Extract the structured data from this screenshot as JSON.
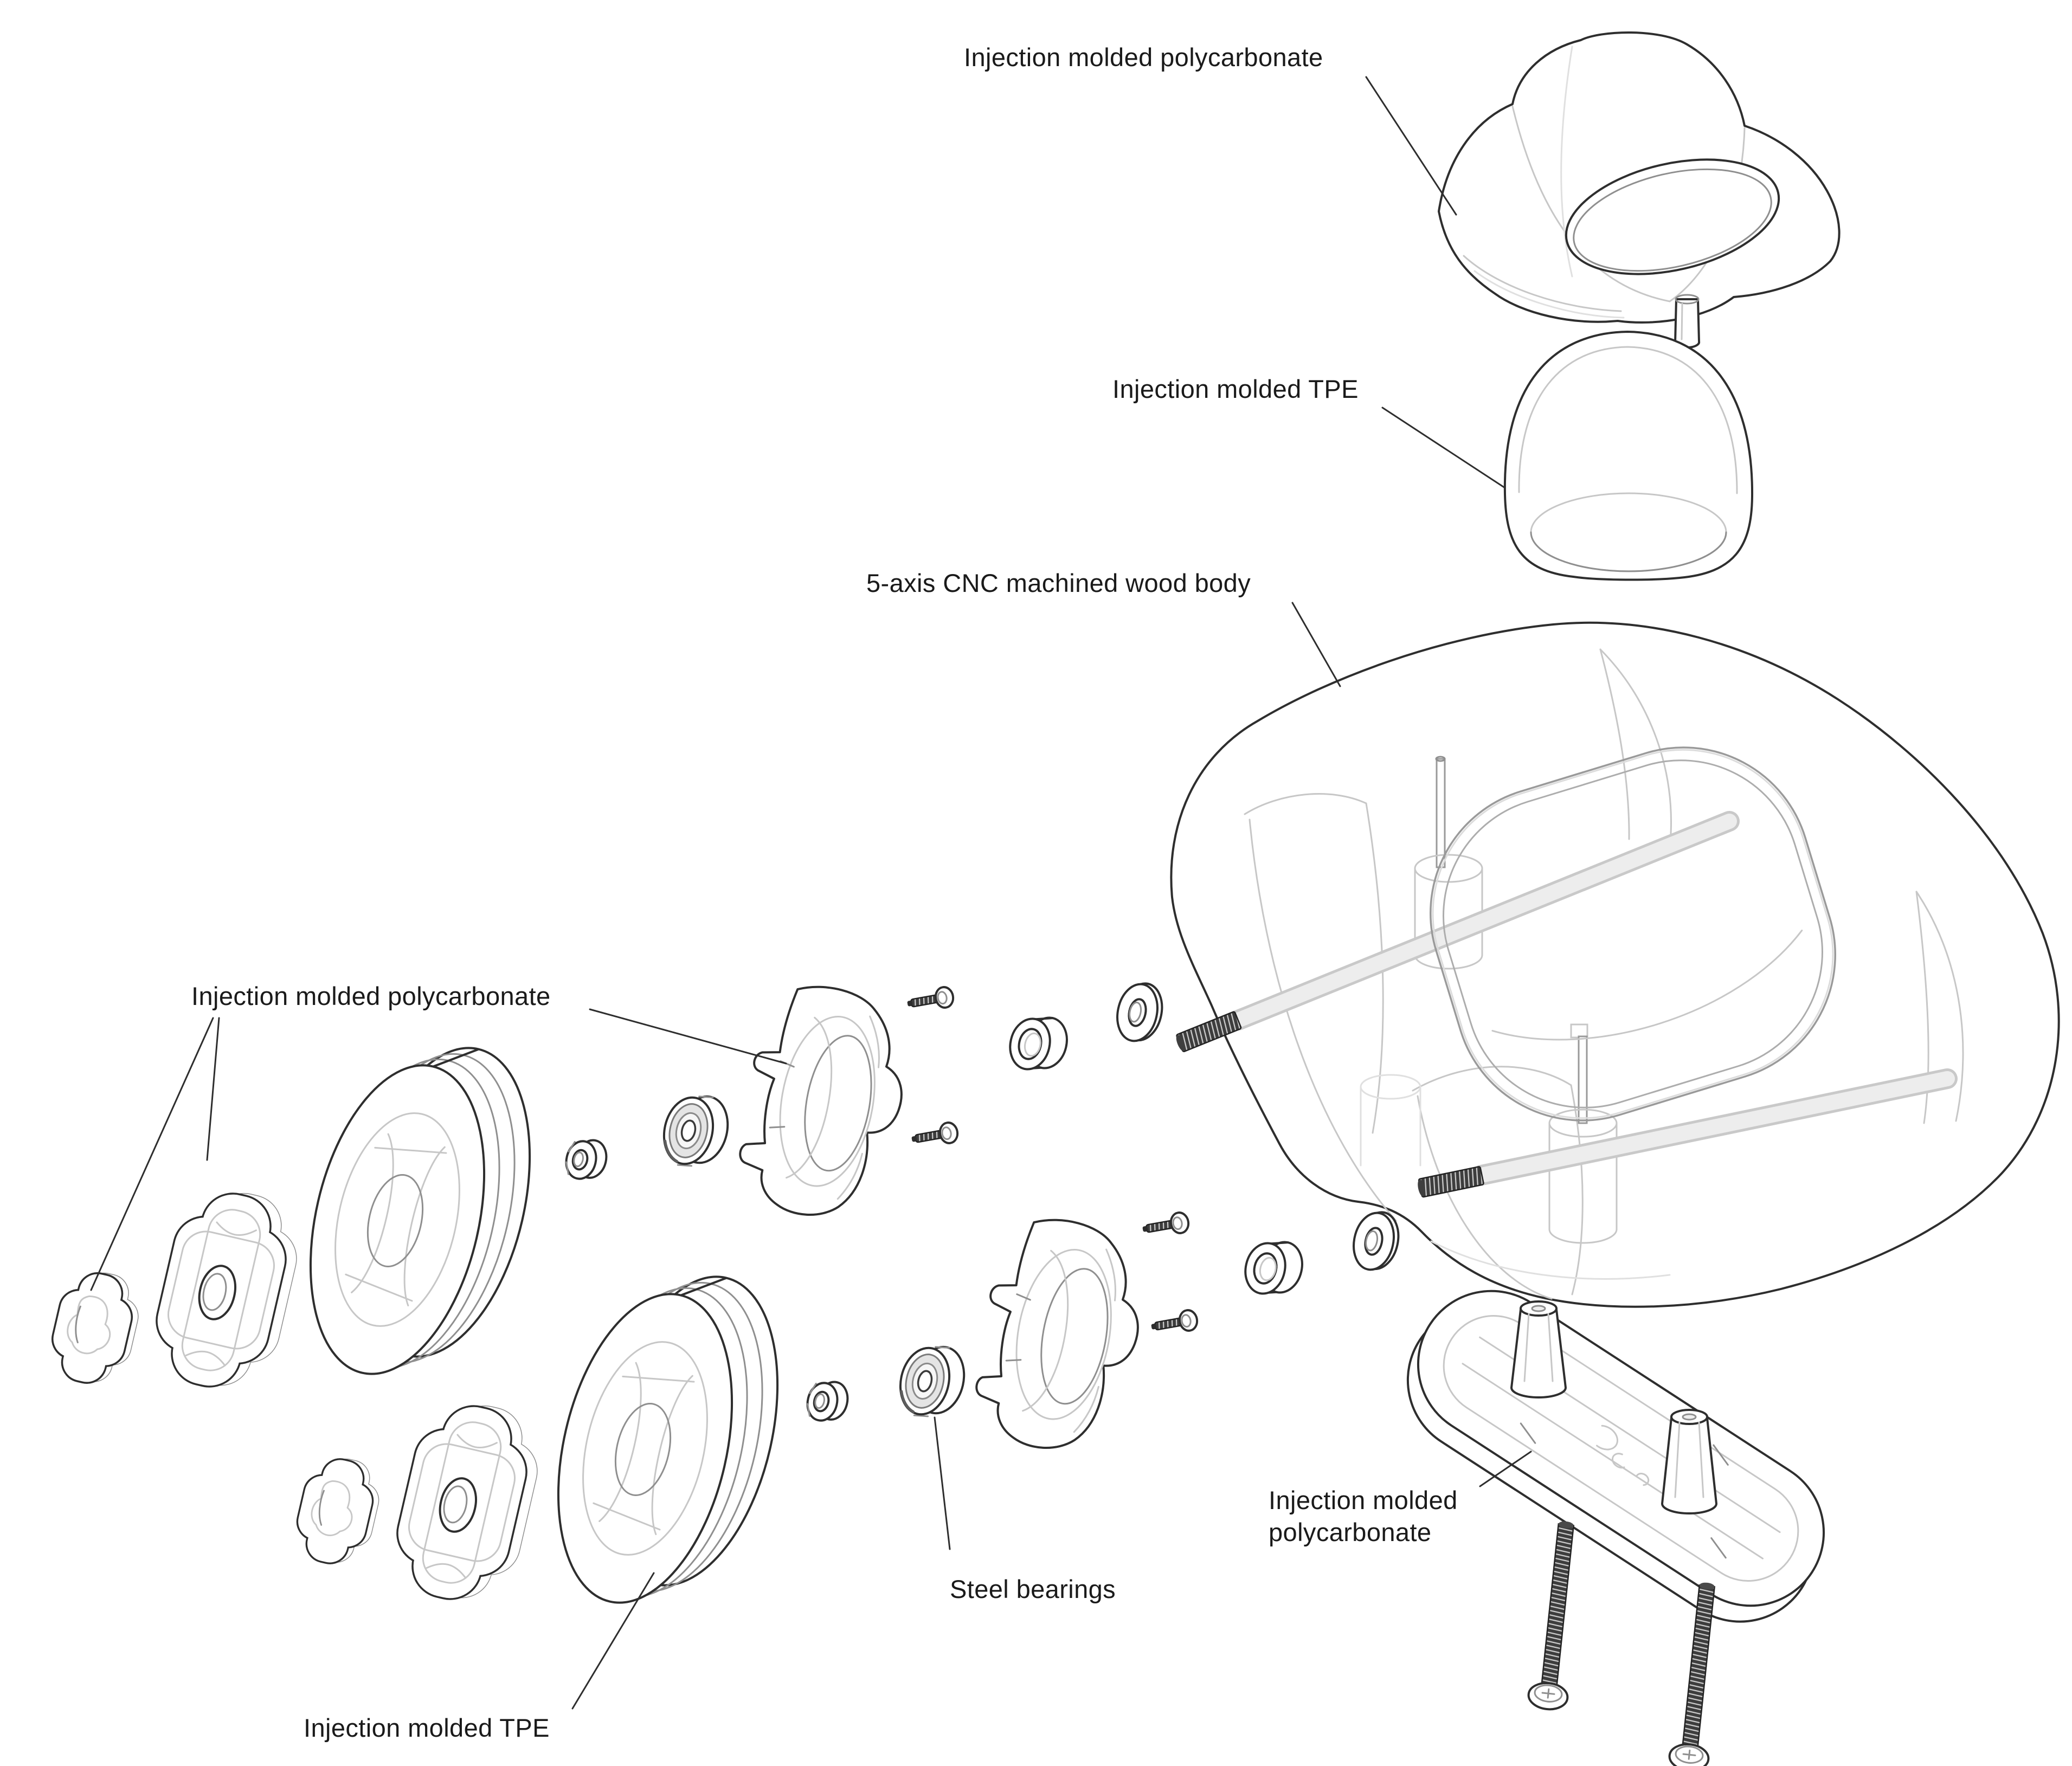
{
  "diagram": {
    "type": "exploded-view line drawing",
    "labels": [
      {
        "id": "canopy",
        "text": "Injection molded polycarbonate"
      },
      {
        "id": "seat-dome",
        "text": "Injection molded TPE"
      },
      {
        "id": "wood-body",
        "text": "5-axis CNC machined wood body"
      },
      {
        "id": "wheel-hubs",
        "text": "Injection molded polycarbonate"
      },
      {
        "id": "steel-bearings",
        "text": "Steel bearings"
      },
      {
        "id": "base-plate",
        "text": "Injection molded\npolycarbonate"
      },
      {
        "id": "tires",
        "text": "Injection molded TPE"
      }
    ],
    "parts": [
      "canopy shell",
      "seat dome",
      "wood body",
      "axle with threaded tip",
      "hub cap",
      "wheel hub",
      "tire",
      "lock nut",
      "steel bearing",
      "wheel bracket",
      "screw",
      "spacer",
      "washer",
      "base plate",
      "mounting screw"
    ],
    "colors": {
      "background": "#ffffff",
      "ink": "#1a1a1a",
      "line_dark": "#2e2e2e",
      "line_mid": "#8f8f8f",
      "line_light": "#c7c7c7",
      "hardware_dark": "#3d3d3d"
    }
  }
}
